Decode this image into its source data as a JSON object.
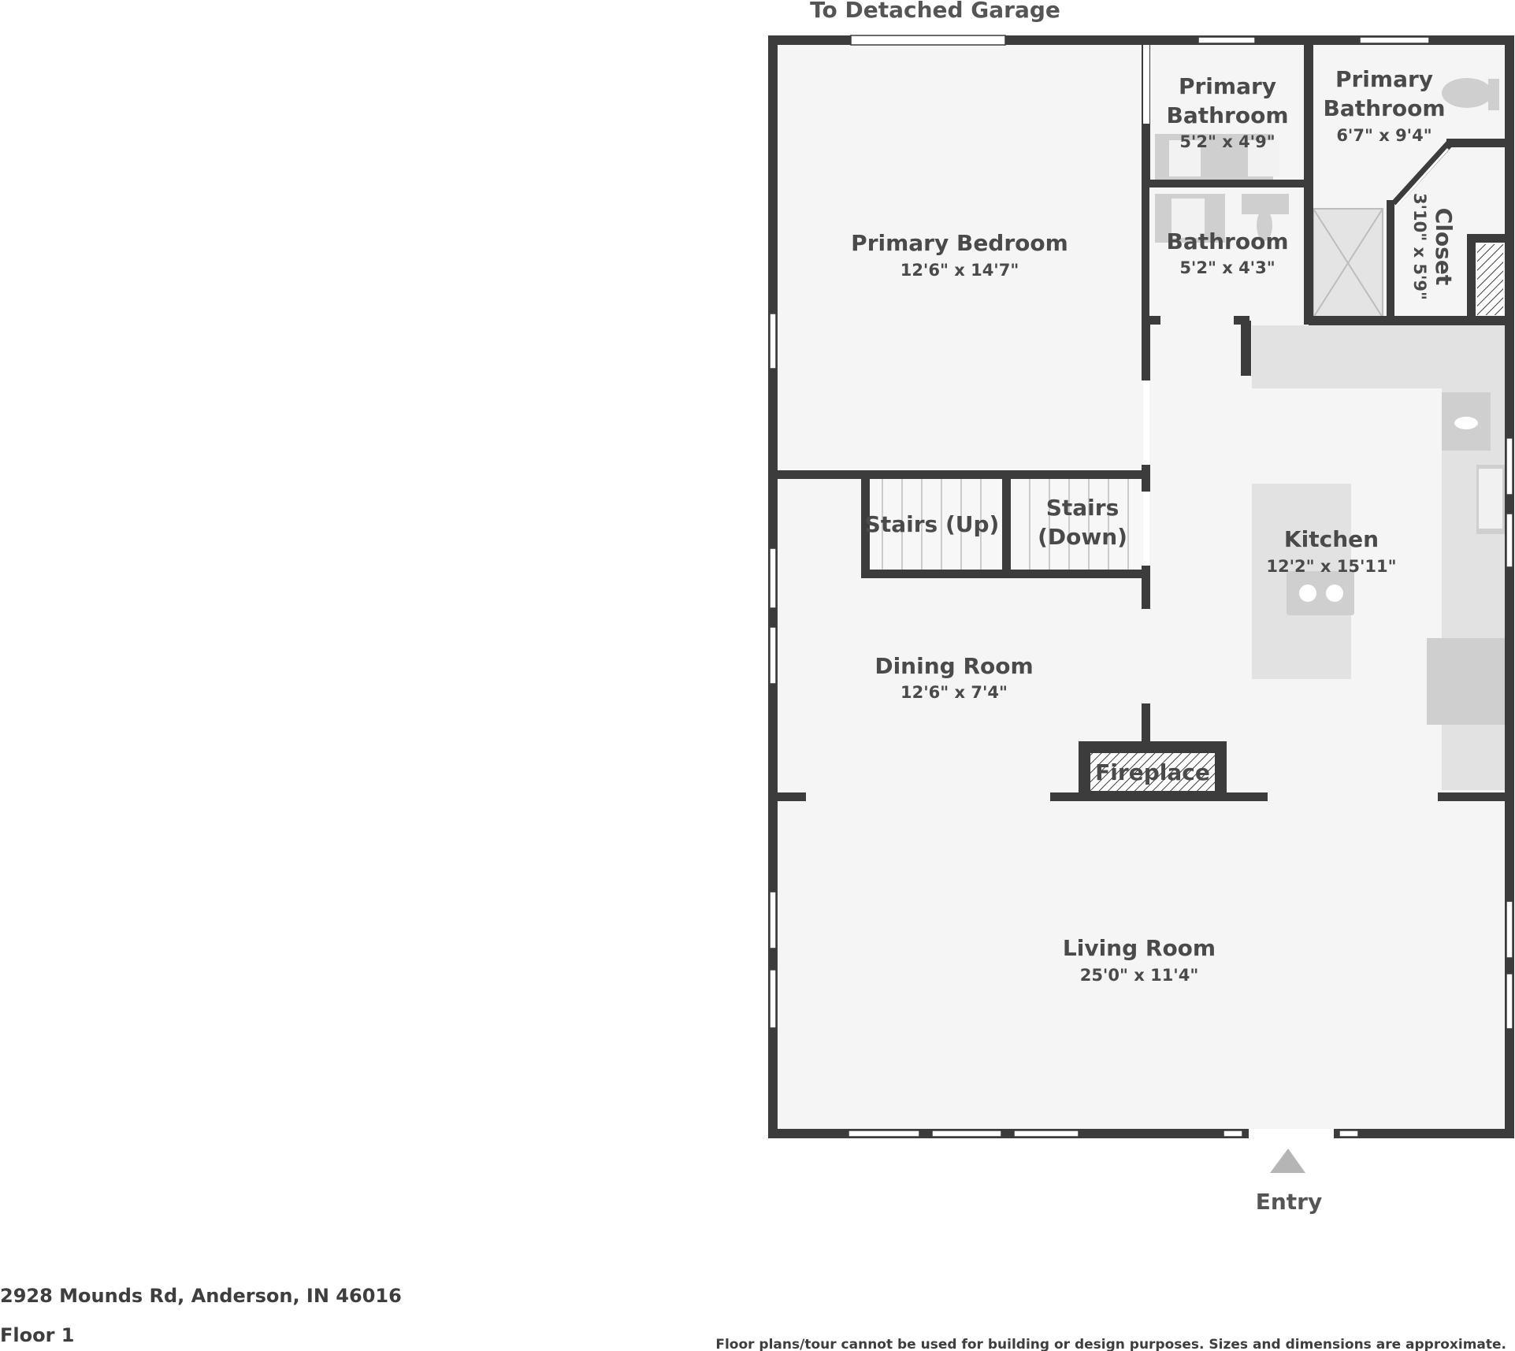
{
  "labels": {
    "garage": "To Detached Garage",
    "entry": "Entry"
  },
  "rooms": {
    "primary_bedroom": {
      "name": "Primary Bedroom",
      "dims": "12'6\" x 14'7\""
    },
    "primary_bath_small": {
      "name_line1": "Primary",
      "name_line2": "Bathroom",
      "dims": "5'2\" x 4'9\""
    },
    "primary_bath_large": {
      "name_line1": "Primary",
      "name_line2": "Bathroom",
      "dims": "6'7\" x 9'4\""
    },
    "bathroom": {
      "name": "Bathroom",
      "dims": "5'2\" x 4'3\""
    },
    "closet": {
      "name": "Closet",
      "dims": "3'10\" x 5'9\""
    },
    "stairs_up": {
      "name": "Stairs (Up)"
    },
    "stairs_down": {
      "name_line1": "Stairs",
      "name_line2": "(Down)"
    },
    "kitchen": {
      "name": "Kitchen",
      "dims": "12'2\" x 15'11\""
    },
    "dining_room": {
      "name": "Dining Room",
      "dims": "12'6\" x 7'4\""
    },
    "fireplace": {
      "name": "Fireplace"
    },
    "living_room": {
      "name": "Living Room",
      "dims": "25'0\" x 11'4\""
    }
  },
  "footer": {
    "address": "2928 Mounds Rd, Anderson, IN 46016",
    "floor": "Floor 1",
    "disclaimer": "Floor plans/tour cannot be used for building or design purposes. Sizes and dimensions are approximate."
  }
}
